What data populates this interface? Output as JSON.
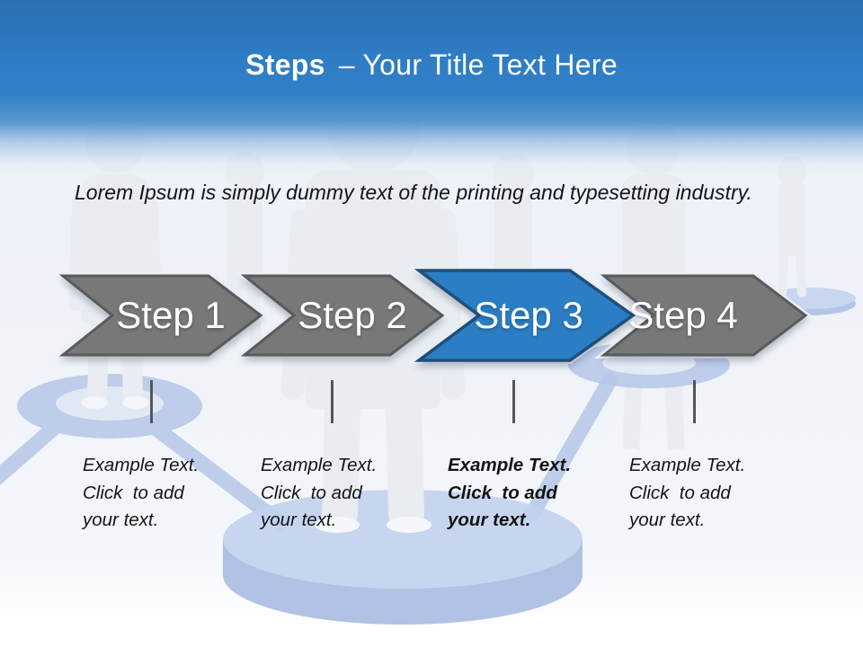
{
  "header": {
    "title_bold": "Steps",
    "title_rest": "– Your Title Text Here"
  },
  "intro": {
    "text": "Lorem Ipsum is simply dummy text of the printing and typesetting industry."
  },
  "steps": [
    {
      "label": "Step 1",
      "emphasized": false,
      "note": "Example Text.\nClick  to add\nyour text."
    },
    {
      "label": "Step 2",
      "emphasized": false,
      "note": "Example Text.\nClick  to add\nyour text."
    },
    {
      "label": "Step 3",
      "emphasized": true,
      "note": "Example Text.\nClick  to add\nyour text."
    },
    {
      "label": "Step 4",
      "emphasized": false,
      "note": "Example Text.\nClick  to add\nyour text."
    }
  ],
  "colors": {
    "header_blue": "#2e7cc4",
    "header_blue_dark": "#2a6fb0",
    "background_light": "#eef2f9",
    "arrow_gray": "#787878",
    "arrow_gray_border": "#595a5c",
    "arrow_blue": "#2b7ec3",
    "arrow_blue_border": "#1f4e79",
    "network_blue": "#b5c7e8",
    "figure_gray": "#e9edf2",
    "tick_gray": "#54565a",
    "text_dark": "#141414"
  }
}
